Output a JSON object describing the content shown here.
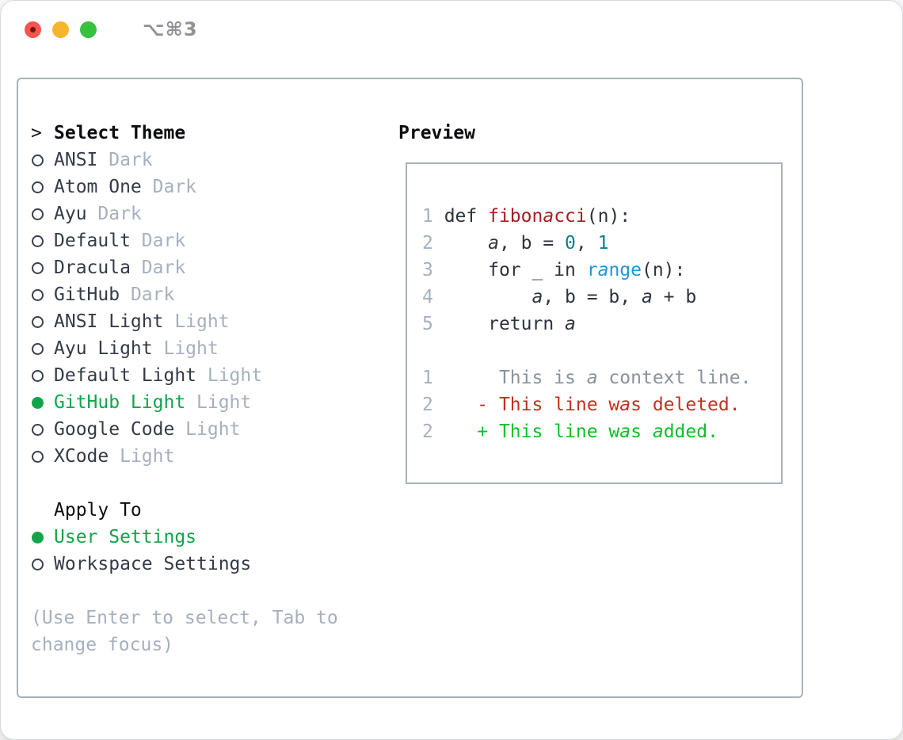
{
  "window": {
    "title": "⌥⌘3"
  },
  "traffic_lights": {
    "close_color": "#f4554e",
    "minimize_color": "#f5b52f",
    "zoom_color": "#36c13f"
  },
  "theme_list": {
    "prompt": ">",
    "heading": "Select Theme",
    "items": [
      {
        "label": "ANSI",
        "variant": "Dark",
        "selected": false
      },
      {
        "label": "Atom One",
        "variant": "Dark",
        "selected": false
      },
      {
        "label": "Ayu",
        "variant": "Dark",
        "selected": false
      },
      {
        "label": "Default",
        "variant": "Dark",
        "selected": false
      },
      {
        "label": "Dracula",
        "variant": "Dark",
        "selected": false
      },
      {
        "label": "GitHub",
        "variant": "Dark",
        "selected": false
      },
      {
        "label": "ANSI Light",
        "variant": "Light",
        "selected": false
      },
      {
        "label": "Ayu Light",
        "variant": "Light",
        "selected": false
      },
      {
        "label": "Default Light",
        "variant": "Light",
        "selected": false
      },
      {
        "label": "GitHub Light",
        "variant": "Light",
        "selected": true
      },
      {
        "label": "Google Code",
        "variant": "Light",
        "selected": false
      },
      {
        "label": "XCode",
        "variant": "Light",
        "selected": false
      }
    ]
  },
  "apply_to": {
    "heading": "Apply To",
    "options": [
      {
        "label": "User Settings",
        "selected": true
      },
      {
        "label": "Workspace Settings",
        "selected": false
      }
    ]
  },
  "hint": "(Use Enter to select, Tab to change focus)",
  "preview": {
    "heading": "Preview",
    "lines": [
      {
        "num": "1",
        "segments": [
          {
            "text": "def ",
            "token": "text"
          },
          {
            "text": "fibonacci",
            "token": "function"
          },
          {
            "text": "(n):",
            "token": "text"
          }
        ]
      },
      {
        "num": "2",
        "segments": [
          {
            "text": "    a, b = ",
            "token": "text"
          },
          {
            "text": "0",
            "token": "number"
          },
          {
            "text": ", ",
            "token": "text"
          },
          {
            "text": "1",
            "token": "number"
          }
        ]
      },
      {
        "num": "3",
        "segments": [
          {
            "text": "    for _ in ",
            "token": "text"
          },
          {
            "text": "range",
            "token": "builtin"
          },
          {
            "text": "(n):",
            "token": "text"
          }
        ]
      },
      {
        "num": "4",
        "segments": [
          {
            "text": "        a, b = b, a + b",
            "token": "text"
          }
        ]
      },
      {
        "num": "5",
        "segments": [
          {
            "text": "    return a",
            "token": "text"
          }
        ]
      },
      {
        "num": "",
        "segments": []
      },
      {
        "num": "1",
        "segments": [
          {
            "text": "     This is a context line.",
            "token": "context"
          }
        ]
      },
      {
        "num": "2",
        "segments": [
          {
            "text": "   - This line was deleted.",
            "token": "deleted"
          }
        ]
      },
      {
        "num": "2",
        "segments": [
          {
            "text": "   + This line was added.",
            "token": "added"
          }
        ]
      }
    ]
  },
  "colors": {
    "accent_green": "#13a44b",
    "muted_gray": "#a6b0be",
    "item_text": "#343b46",
    "token_text": "#2d333c",
    "token_function": "#a61d24",
    "token_number": "#0e7f8b",
    "token_builtin": "#1f97d4",
    "token_context": "#8a929c",
    "token_deleted": "#c52f1f",
    "token_added": "#0bc127"
  }
}
